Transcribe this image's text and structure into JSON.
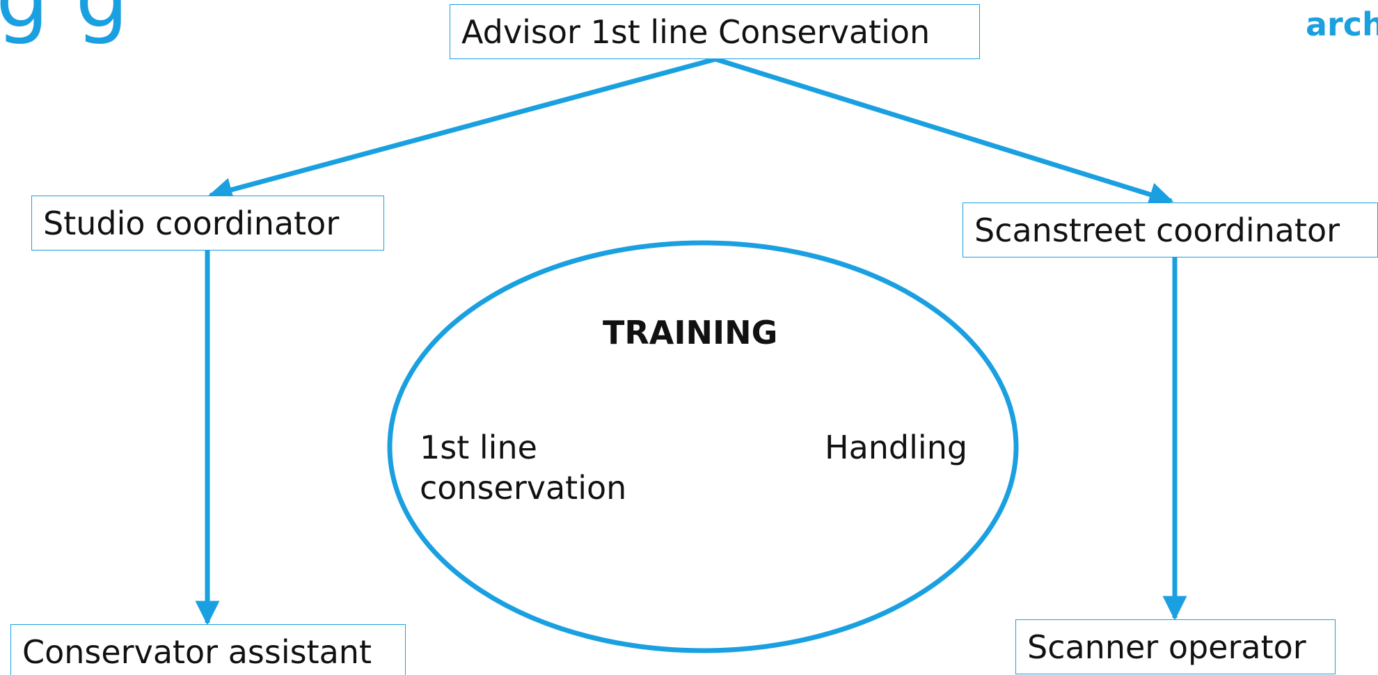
{
  "header": {
    "heading_fragment": "g g",
    "brand_fragment": "arch"
  },
  "roles": {
    "top": "Advisor 1st line Conservation",
    "left": "Studio coordinator",
    "right": "Scanstreet coordinator",
    "bottom_left": "Conservator assistant",
    "bottom_right": "Scanner operator"
  },
  "training": {
    "title": "TRAINING",
    "item_left": "1st line conservation",
    "item_right": "Handling"
  },
  "colors": {
    "accent": "#1aa0e0",
    "text": "#111111",
    "background": "#ffffff"
  }
}
